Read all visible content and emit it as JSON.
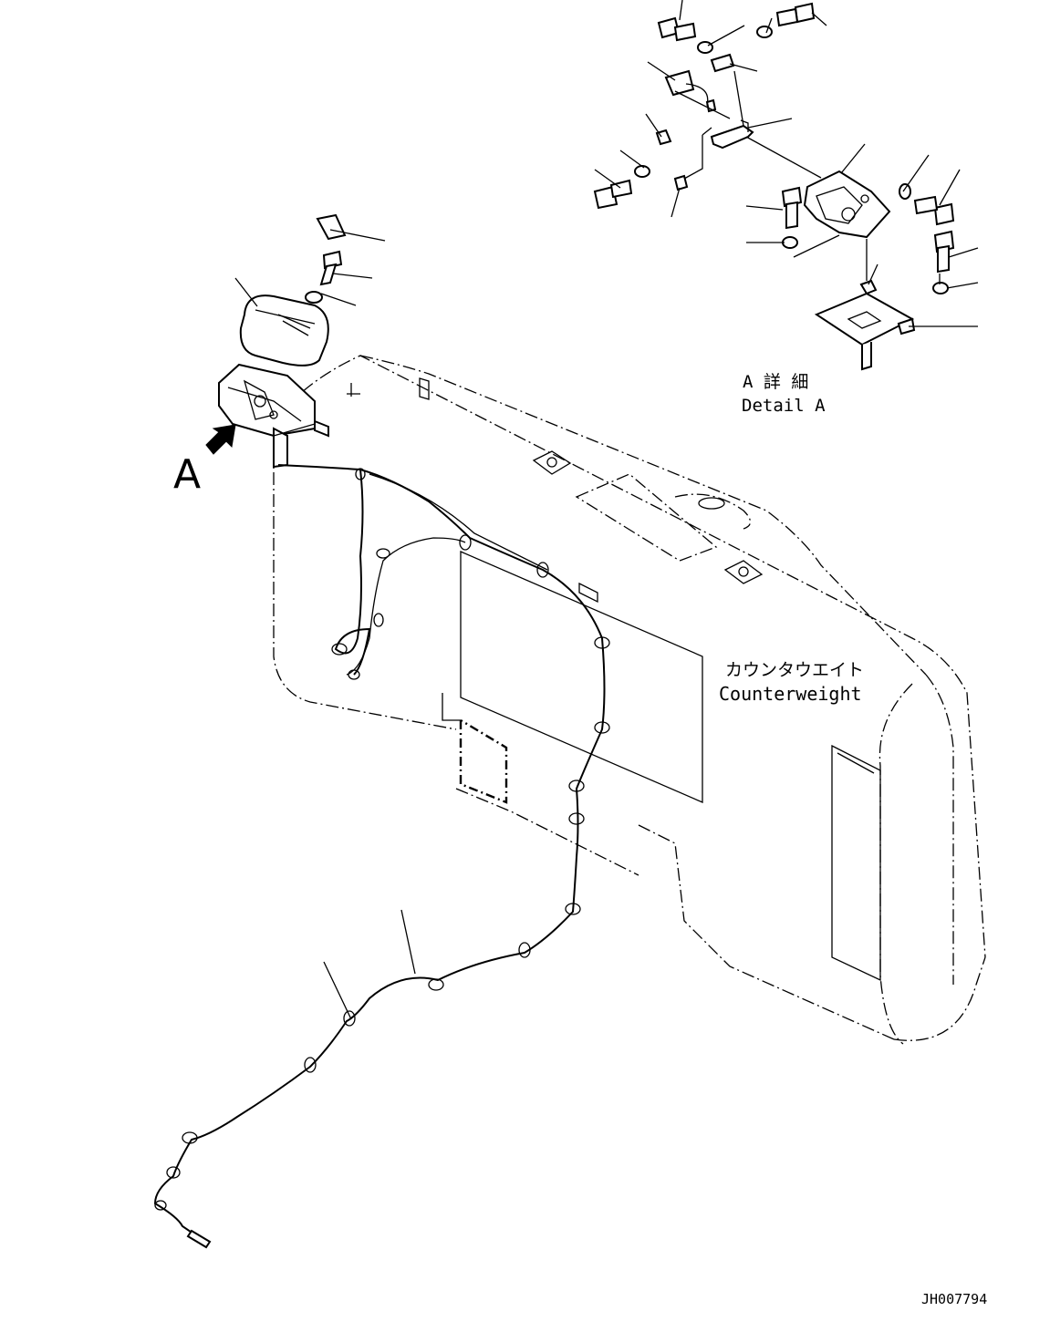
{
  "view_label": "A",
  "detail_title_jp": "A 詳 細",
  "detail_title_en": "Detail A",
  "component_label_jp": "カウンタウエイト",
  "component_label_en": "Counterweight",
  "drawing_id": "JH007794"
}
